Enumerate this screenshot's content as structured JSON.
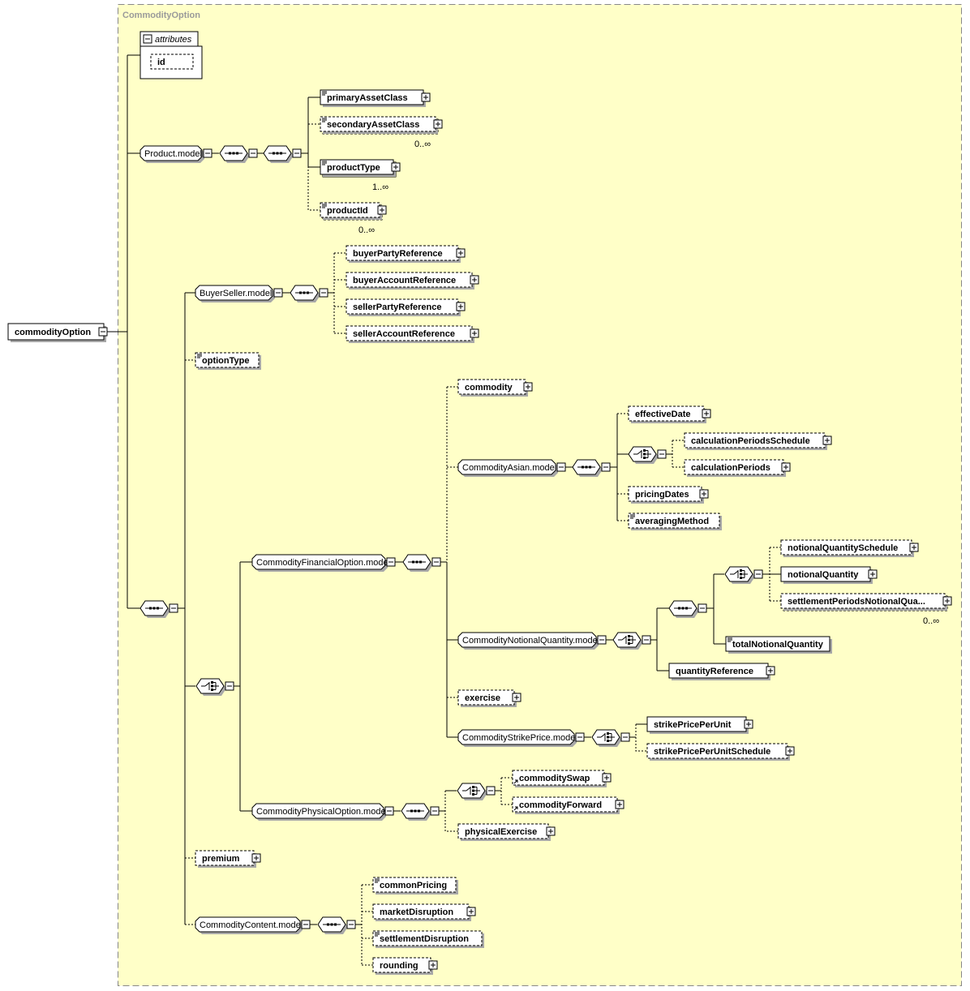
{
  "diagram": {
    "title": "CommodityOption",
    "root": "commodityOption",
    "attributes_label": "attributes",
    "attribute_id": "id",
    "groups": {
      "product_model": "Product.model",
      "buyer_seller_model": "BuyerSeller.model",
      "commodity_financial_option_model": "CommodityFinancialOption.model",
      "commodity_asian_model": "CommodityAsian.model",
      "commodity_notional_quantity_model": "CommodityNotionalQuantity.model",
      "commodity_strike_price_model": "CommodityStrikePrice.model",
      "commodity_physical_option_model": "CommodityPhysicalOption.model",
      "commodity_content_model": "CommodityContent.model"
    },
    "elements": {
      "primaryAssetClass": "primaryAssetClass",
      "secondaryAssetClass": "secondaryAssetClass",
      "productType": "productType",
      "productId": "productId",
      "buyerPartyReference": "buyerPartyReference",
      "buyerAccountReference": "buyerAccountReference",
      "sellerPartyReference": "sellerPartyReference",
      "sellerAccountReference": "sellerAccountReference",
      "optionType": "optionType",
      "commodity": "commodity",
      "effectiveDate": "effectiveDate",
      "calculationPeriodsSchedule": "calculationPeriodsSchedule",
      "calculationPeriods": "calculationPeriods",
      "pricingDates": "pricingDates",
      "averagingMethod": "averagingMethod",
      "notionalQuantitySchedule": "notionalQuantitySchedule",
      "notionalQuantity": "notionalQuantity",
      "settlementPeriodsNotionalQua": "settlementPeriodsNotionalQua...",
      "totalNotionalQuantity": "totalNotionalQuantity",
      "quantityReference": "quantityReference",
      "exercise": "exercise",
      "strikePricePerUnit": "strikePricePerUnit",
      "strikePricePerUnitSchedule": "strikePricePerUnitSchedule",
      "commoditySwap": "commoditySwap",
      "commodityForward": "commodityForward",
      "physicalExercise": "physicalExercise",
      "premium": "premium",
      "commonPricing": "commonPricing",
      "marketDisruption": "marketDisruption",
      "settlementDisruption": "settlementDisruption",
      "rounding": "rounding"
    },
    "cardinalities": {
      "secondaryAssetClass": "0..∞",
      "productType": "1..∞",
      "productId": "0..∞",
      "settlementPeriodsNotionalQua": "0..∞"
    },
    "colors": {
      "background": "#ffffc8",
      "box_fill": "#ffffff",
      "border": "#000000",
      "title": "#9a9a9a",
      "shadow": "#a8a8a8"
    }
  }
}
